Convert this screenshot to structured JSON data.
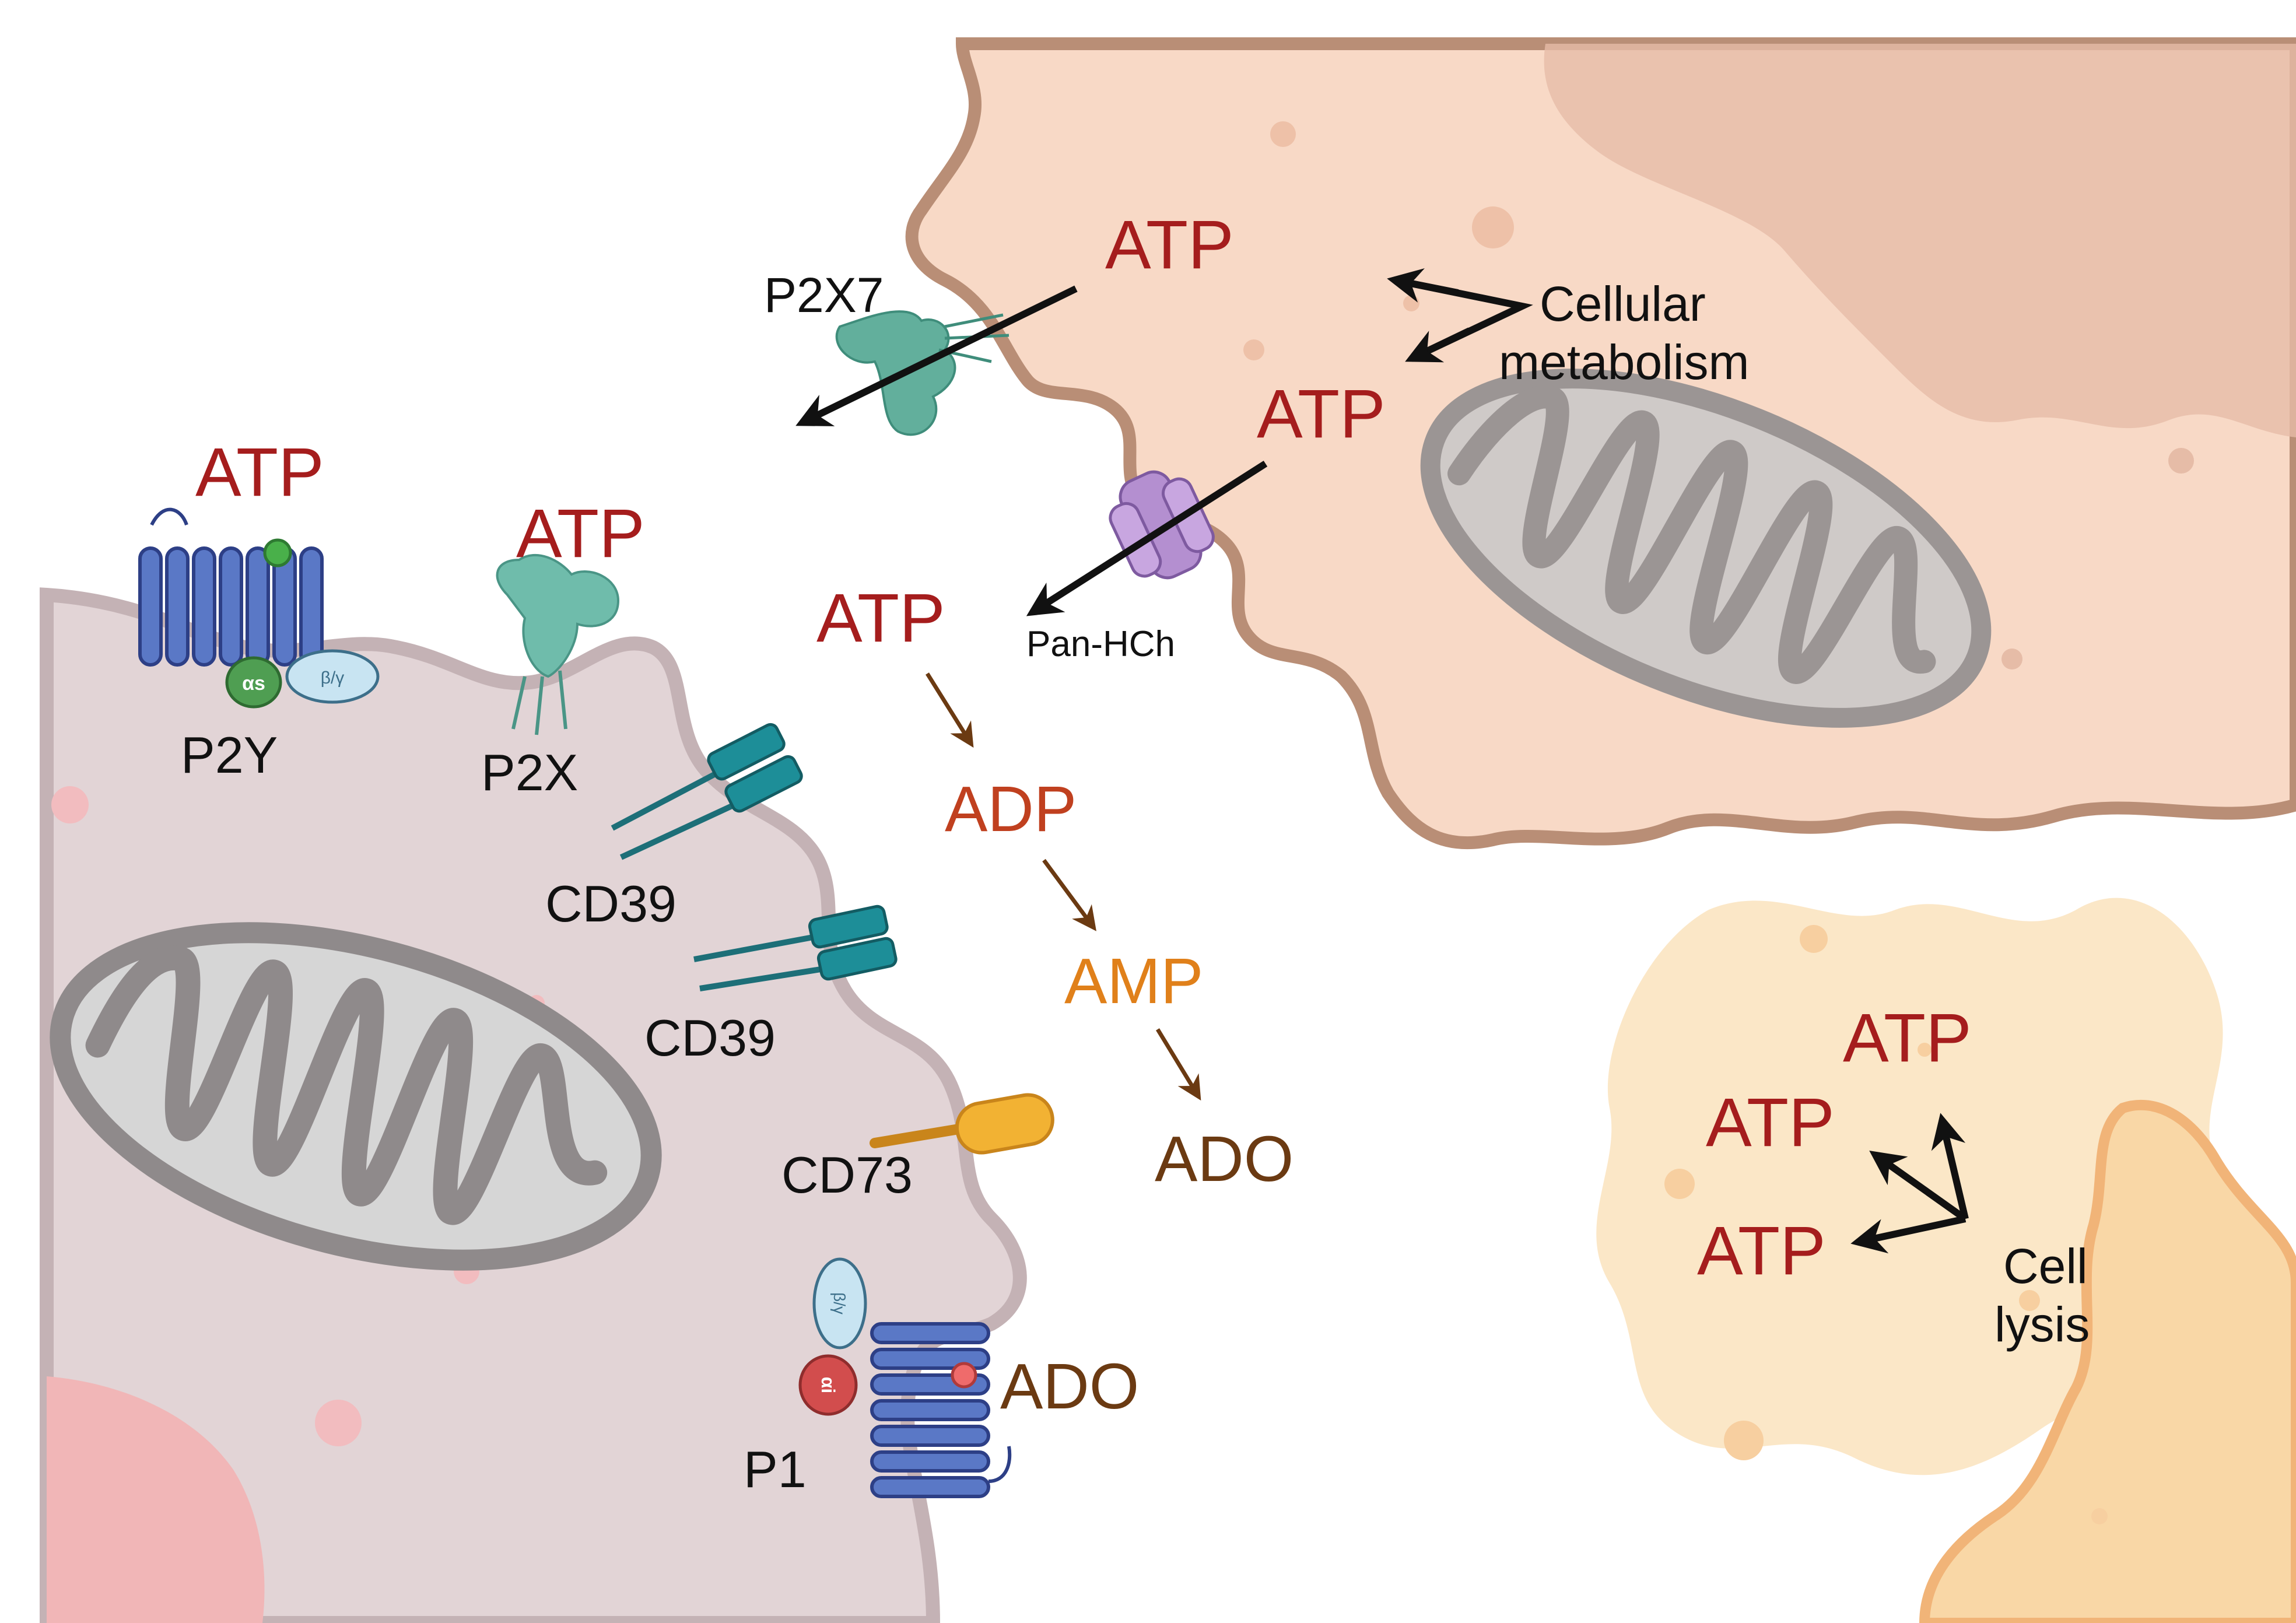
{
  "colors": {
    "atp": "#a51d1d",
    "adp": "#c0401f",
    "amp": "#e0801a",
    "ado": "#6b3a12",
    "label": "#111111",
    "arrow_black": "#111111",
    "arrow_brown": "#6b3a12",
    "left_cell_fill": "#e2d4d6",
    "left_cell_edge": "#c4b2b5",
    "right_cell_fill": "#f8d9c6",
    "right_cell_edge": "#b98e76",
    "lysed_cell_fill": "#fbe6c4",
    "mitochondria": "#d6d6d6",
    "p2x_receptor": "#5fae9f",
    "cd39": "#1d8e98",
    "cd73": "#f2b233",
    "pannexin": "#b48fd0",
    "gpcr": "#5a78c6"
  },
  "icons": {
    "mitochondrion": "mitochondrion-icon",
    "p2x_channel": "p2x-channel-icon",
    "p2x7_channel": "p2x7-channel-icon",
    "pannexin_channel": "pannexin-channel-icon",
    "cd39_enzyme": "cd39-enzyme-icon",
    "cd73_enzyme": "cd73-enzyme-icon",
    "p2y_receptor": "p2y-gpcr-icon",
    "p1_receptor": "p1-gpcr-icon"
  },
  "labels": {
    "atp_p2x7": "ATP",
    "atp_pannexin": "ATP",
    "cellular_metabolism_l1": "Cellular",
    "cellular_metabolism_l2": "metabolism",
    "p2x7": "P2X7",
    "pan_hch": "Pan-HCh",
    "atp_p2y": "ATP",
    "p2y": "P2Y",
    "alpha_s": "αs",
    "beta_gamma_p2y": "β/γ",
    "atp_p2x": "ATP",
    "p2x": "P2X",
    "atp_cascade": "ATP",
    "adp": "ADP",
    "amp": "AMP",
    "ado_cascade": "ADO",
    "cd39_a": "CD39",
    "cd39_b": "CD39",
    "cd73": "CD73",
    "beta_gamma_p1": "β/γ",
    "alpha_i": "αi",
    "ado_p1": "ADO",
    "p1": "P1",
    "atp_lysis_1": "ATP",
    "atp_lysis_2": "ATP",
    "atp_lysis_3": "ATP",
    "cell_lysis_l1": "Cell",
    "cell_lysis_l2": "lysis"
  }
}
